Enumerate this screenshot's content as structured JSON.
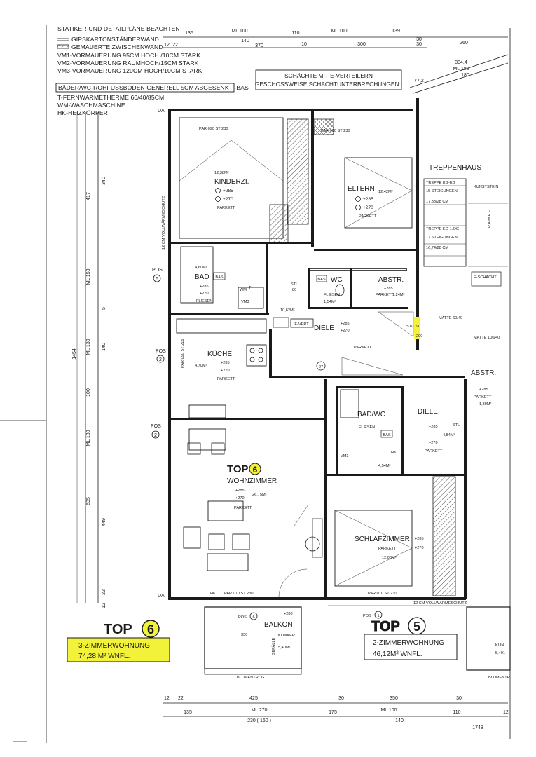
{
  "legend": [
    "STATIKER-UND DETAILPLÄNE BEACHTEN",
    "GIPSKARTONSTÄNDERWAND",
    "GEMAUERTE ZWISCHENWAND",
    "VM1-VORMAUERUNG 95CM HOCH /10CM STARK",
    "VM2-VORMAUERUNG RAUMHOCH/15CM STARK",
    "VM3-VORMAUERUNG 120CM HOCH/10CM STARK",
    "BÄDER/WC-ROHFUSSBODEN GENERELL 5CM ABGESENKT -BAS",
    "T-FERNWÄRMETHERME 60/40/85CM",
    "WM-WASCHMASCHINE",
    "HK-HEIZKÖRPER"
  ],
  "notice": [
    "SCHÄCHTE MIT E-VERTEILERN",
    "GESCHOSSWEISE SCHACHTUNTERBRECHUNGEN !"
  ],
  "dims_top": [
    "135",
    "ML 100",
    "110",
    "ML 100",
    "139",
    "140",
    "370",
    "10",
    "300",
    "30",
    "260",
    "12",
    "22",
    "30",
    "334,4",
    "ML 180",
    "180",
    "77,2"
  ],
  "dims_left": [
    "417",
    "340",
    "ML 150",
    "12 CM VOLLWÄRMESCHUTZ",
    "5",
    "1454",
    "ML 130",
    "140",
    "100",
    "ML 130",
    "635",
    "449",
    "22",
    "12",
    "POS",
    "6",
    "POS",
    "2",
    "POS",
    "2",
    "DA",
    "DA"
  ],
  "dims_bottom": [
    "12",
    "22",
    "425",
    "30",
    "350",
    "30",
    "135",
    "ML 270",
    "175",
    "ML 100",
    "110",
    "230 ( 160 )",
    "140",
    "1748",
    "12"
  ],
  "rooms": {
    "kinderzi": {
      "name": "KINDERZI.",
      "area": "12,38M²",
      "h1": "+285",
      "h2": "+270",
      "floor": "PARKETT",
      "win": "PAR 090   ST 230"
    },
    "eltern": {
      "name": "ELTERN",
      "area": "12,42M²",
      "h1": "+285",
      "h2": "+270",
      "floor": "PARKETT",
      "win": "PAR 090   ST 230"
    },
    "bad": {
      "name": "BAD",
      "area": "4,60M²",
      "tag": "BAS",
      "h1": "+285",
      "h2": "+270",
      "floor": "FLIESEN",
      "wm": "WM",
      "t": "T",
      "vm": "VM3"
    },
    "wc": {
      "name": "WC",
      "area": "1,54M²",
      "tag": "BAS",
      "floor": "FLIESEN",
      "stl": "STL",
      "num": "80"
    },
    "abstr": {
      "name": "ABSTR.",
      "area": "1,24M²",
      "h1": "+285",
      "floor": "PARKETT"
    },
    "diele": {
      "name": "DIELE",
      "area": "10,62M²",
      "h1": "+285",
      "h2": "+270",
      "floor": "PARKETT",
      "pos": "27",
      "evert": "E-VERT."
    },
    "kueche": {
      "name": "KÜCHE",
      "area": "4,70M²",
      "h1": "+285",
      "h2": "+270",
      "floor": "PARKETT",
      "win": "PAR 090 ST 215"
    },
    "wohnzimmer": {
      "name": "WOHNZIMMER",
      "area": "26,75M²",
      "h1": "+285",
      "h2": "+270",
      "floor": "PARKETT",
      "win": "PAR 070   ST 230"
    },
    "balkon": {
      "name": "BALKON",
      "area": "5,40M²",
      "floor": "KLINKER",
      "h1": "+280",
      "gefaelle": "GEFÄLLE",
      "trog": "BLUMENTROG",
      "pos": "POS",
      "posn": "6"
    },
    "bad_wc": {
      "name": "BAD/WC",
      "area": "4,54M²",
      "tag": "BAS",
      "floor": "FLIESEN",
      "hk": "HK",
      "vm": "VM3"
    },
    "diele2": {
      "name": "DIELE",
      "area": "4,84M²",
      "h1": "+285",
      "h2": "+270",
      "floor": "PARKETT",
      "stl": "STL"
    },
    "schlafzimmer": {
      "name": "SCHLAFZIMMER",
      "area": "12,08M²",
      "h1": "+285",
      "h2": "+270",
      "floor": "PARKETT",
      "win": "PAR 070   ST 230"
    },
    "abstr2": {
      "name": "ABSTR.",
      "area": "1,39M²",
      "h1": "+285",
      "floor": "PARKETT"
    },
    "treppenhaus": {
      "name": "TREPPENHAUS",
      "lines": [
        "TREPPE KG-EG",
        "15 STEIGUNGEN",
        "17,33/28 CM",
        "TREPPE EG-1.OG",
        "17 STEIGUNGEN",
        "16,74/28 CM"
      ],
      "kunststein": "KUNSTSTEIN",
      "rampe": "R A M P E",
      "eschacht": "E-SCHACHT",
      "matten": "MATTE 60/40",
      "mattenn": "MATTE 100/40"
    }
  },
  "labels": {
    "top6": "TOP",
    "top6n": "6",
    "top5": "TOP",
    "top5n": "5",
    "vollwaerme": "12 CM VOLLWÄRMESCHUTZ",
    "hk": "HK",
    "stl": "STL",
    "stl_num": "90",
    "stl_num2": "200",
    "pos1": "POS",
    "pos1n": "1",
    "klinker_r": "KLIN",
    "area_r": "5,401",
    "trog_r": "BLUMENTR"
  },
  "summary": {
    "top6": {
      "label": "TOP",
      "num": "6",
      "type": "3-ZIMMERWOHNUNG",
      "area": "74,28 M²  WNFL."
    },
    "top5": {
      "label": "TOP",
      "num": "5",
      "type": "2-ZIMMERWOHNUNG",
      "area": "46,12M²  WNFL."
    }
  }
}
